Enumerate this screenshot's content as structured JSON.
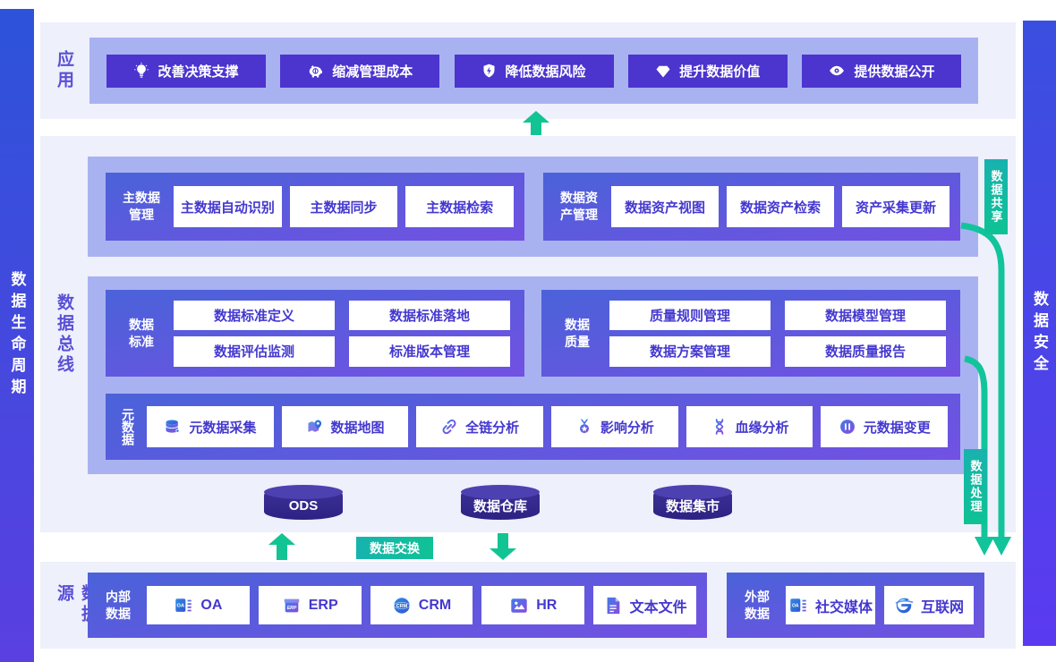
{
  "left_bar": {
    "label": "数据生命周期"
  },
  "right_bar": {
    "label": "数据安全"
  },
  "app_section": {
    "label": "应用",
    "buttons": [
      {
        "icon": "lightbulb-icon",
        "label": "改善决策支撑"
      },
      {
        "icon": "piggy-bank-icon",
        "label": "缩减管理成本"
      },
      {
        "icon": "shield-bolt-icon",
        "label": "降低数据风险"
      },
      {
        "icon": "diamond-icon",
        "label": "提升数据价值"
      },
      {
        "icon": "eye-icon",
        "label": "提供数据公开"
      }
    ]
  },
  "bus_section": {
    "label": "数据总线",
    "master_data": {
      "label_line1": "主数据",
      "label_line2": "管理",
      "items": [
        "主数据自动识别",
        "主数据同步",
        "主数据检索"
      ]
    },
    "data_asset": {
      "label_line1": "数据资",
      "label_line2": "产管理",
      "items": [
        "数据资产视图",
        "数据资产检索",
        "资产采集更新"
      ]
    },
    "data_standard": {
      "label_line1": "数据",
      "label_line2": "标准",
      "items": [
        "数据标准定义",
        "数据标准落地",
        "数据评估监测",
        "标准版本管理"
      ]
    },
    "data_quality": {
      "label_line1": "数据",
      "label_line2": "质量",
      "items": [
        "质量规则管理",
        "数据模型管理",
        "数据方案管理",
        "数据质量报告"
      ]
    },
    "metadata": {
      "label": "元数据",
      "items": [
        {
          "icon": "database-icon",
          "label": "元数据采集"
        },
        {
          "icon": "map-pin-icon",
          "label": "数据地图"
        },
        {
          "icon": "chain-link-icon",
          "label": "全链分析"
        },
        {
          "icon": "medal-icon",
          "label": "影响分析"
        },
        {
          "icon": "dna-icon",
          "label": "血缘分析"
        },
        {
          "icon": "change-circle-icon",
          "label": "元数据变更"
        }
      ]
    },
    "storages": [
      "ODS",
      "数据仓库",
      "数据集市"
    ]
  },
  "tags": {
    "share": "数据共享",
    "process": "数据处理",
    "exchange": "数据交换"
  },
  "source_section": {
    "label": "数据源",
    "internal": {
      "label_line1": "内部",
      "label_line2": "数据",
      "items": [
        {
          "icon": "oa-icon",
          "label": "OA"
        },
        {
          "icon": "erp-icon",
          "label": "ERP"
        },
        {
          "icon": "crm-icon",
          "label": "CRM"
        },
        {
          "icon": "hr-icon",
          "label": "HR"
        },
        {
          "icon": "text-file-icon",
          "label": "文本文件"
        }
      ]
    },
    "external": {
      "label_line1": "外部",
      "label_line2": "数据",
      "items": [
        {
          "icon": "social-media-icon",
          "label": "社交媒体"
        },
        {
          "icon": "internet-icon",
          "label": "互联网"
        }
      ]
    }
  },
  "colors": {
    "accent_green": "#12c493",
    "teal_tag_start": "#18b2ae",
    "teal_tag_end": "#0ec294",
    "dark_button": "#4c34ce",
    "band_purple": "#a9b2f1",
    "section_bg": "#eef0fb",
    "group_gradient_start": "#4a62d9",
    "group_gradient_end": "#7251e2"
  }
}
